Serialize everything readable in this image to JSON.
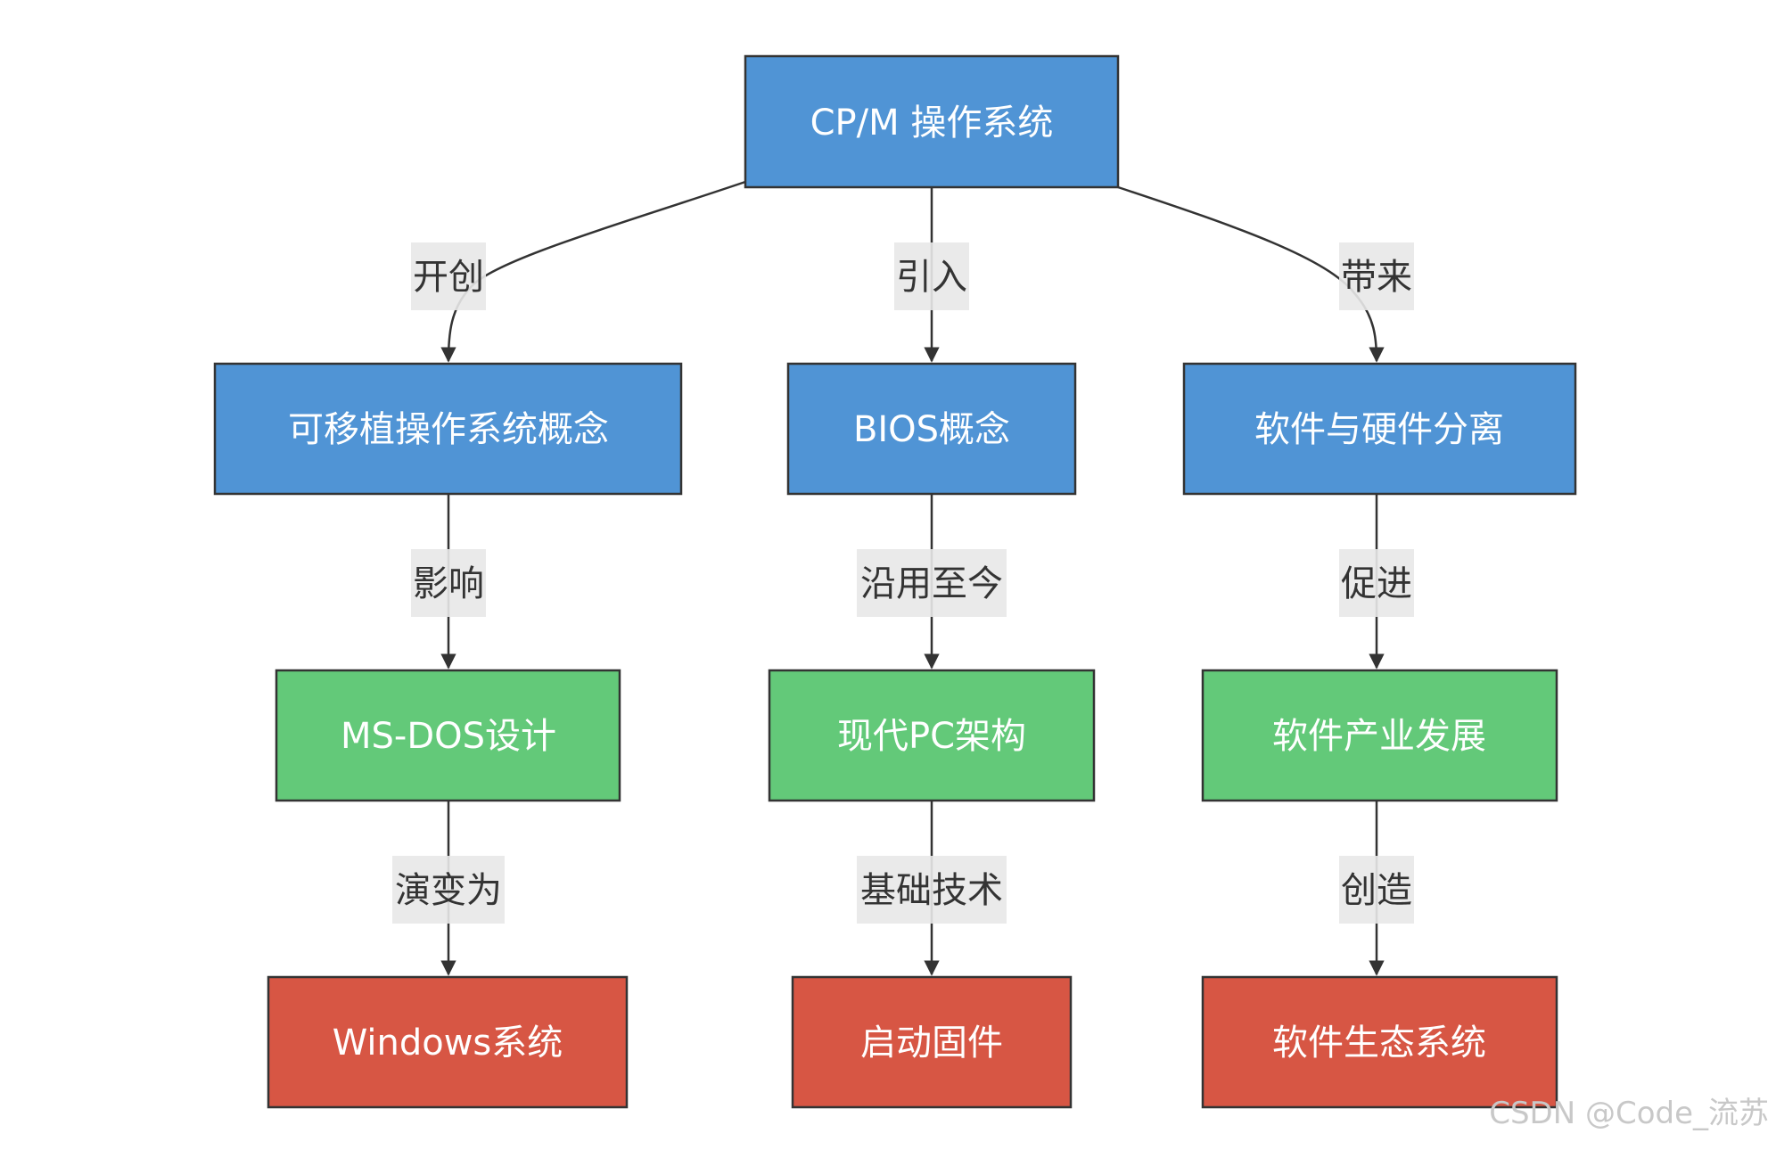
{
  "diagram": {
    "type": "flowchart",
    "colors": {
      "level_1": "#5094d5",
      "level_2": "#5094d5",
      "level_3": "#63c979",
      "level_4": "#d75644",
      "edge": "#333333",
      "label_bg": "#e8e8e8"
    },
    "nodes": {
      "cpm": "CP/M 操作系统",
      "portable": "可移植操作系统概念",
      "bios": "BIOS概念",
      "separation": "软件与硬件分离",
      "msdos": "MS-DOS设计",
      "modern_pc": "现代PC架构",
      "industry": "软件产业发展",
      "windows": "Windows系统",
      "firmware": "启动固件",
      "ecosystem": "软件生态系统"
    },
    "edges": [
      {
        "from": "cpm",
        "to": "portable",
        "label": "开创"
      },
      {
        "from": "cpm",
        "to": "bios",
        "label": "引入"
      },
      {
        "from": "cpm",
        "to": "separation",
        "label": "带来"
      },
      {
        "from": "portable",
        "to": "msdos",
        "label": "影响"
      },
      {
        "from": "bios",
        "to": "modern_pc",
        "label": "沿用至今"
      },
      {
        "from": "separation",
        "to": "industry",
        "label": "促进"
      },
      {
        "from": "msdos",
        "to": "windows",
        "label": "演变为"
      },
      {
        "from": "modern_pc",
        "to": "firmware",
        "label": "基础技术"
      },
      {
        "from": "industry",
        "to": "ecosystem",
        "label": "创造"
      }
    ]
  },
  "watermark": "CSDN @Code_流苏"
}
